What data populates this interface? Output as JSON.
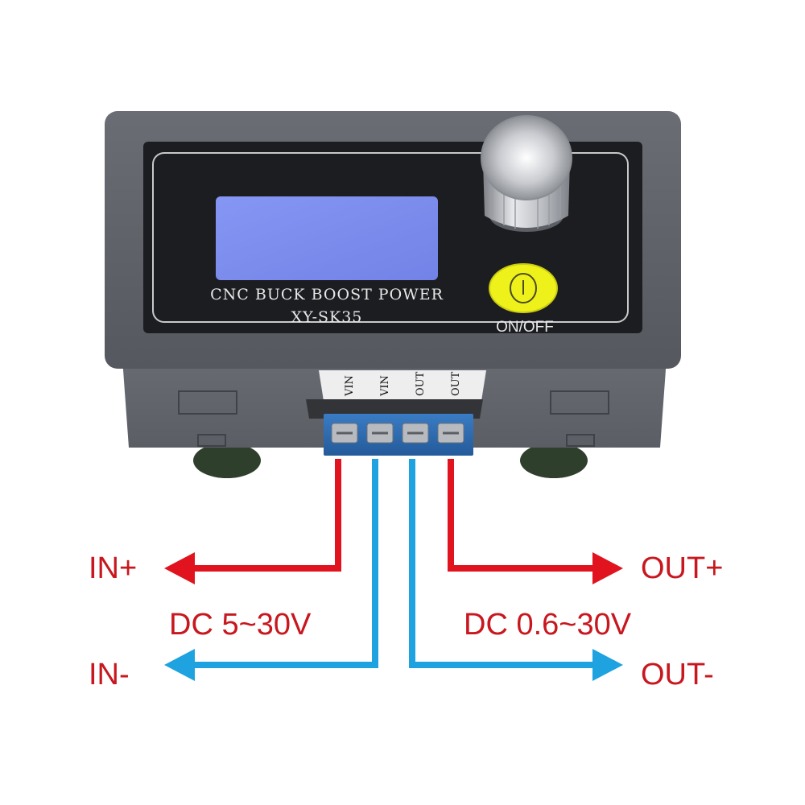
{
  "device": {
    "brand_line": "CNC BUCK BOOST POWER",
    "model": "XY-SK35",
    "button_label": "ON/OFF",
    "terminal_labels": [
      "VIN",
      "VIN",
      "OUT",
      "OUT"
    ]
  },
  "wiring": {
    "in_plus": "IN+",
    "in_minus": "IN-",
    "out_plus": "OUT+",
    "out_minus": "OUT-",
    "input_range": "DC 5~30V",
    "output_range": "DC 0.6~30V"
  },
  "colors": {
    "positive_wire": "#e0131f",
    "negative_wire": "#1ea3e0",
    "label_text": "#c8171e",
    "lcd_screen": "#7f8ef0",
    "power_button": "#eef11a",
    "terminal_block": "#2e6db4"
  },
  "icons": {
    "knob": "rotary-knob-icon",
    "power": "power-symbol-icon"
  }
}
